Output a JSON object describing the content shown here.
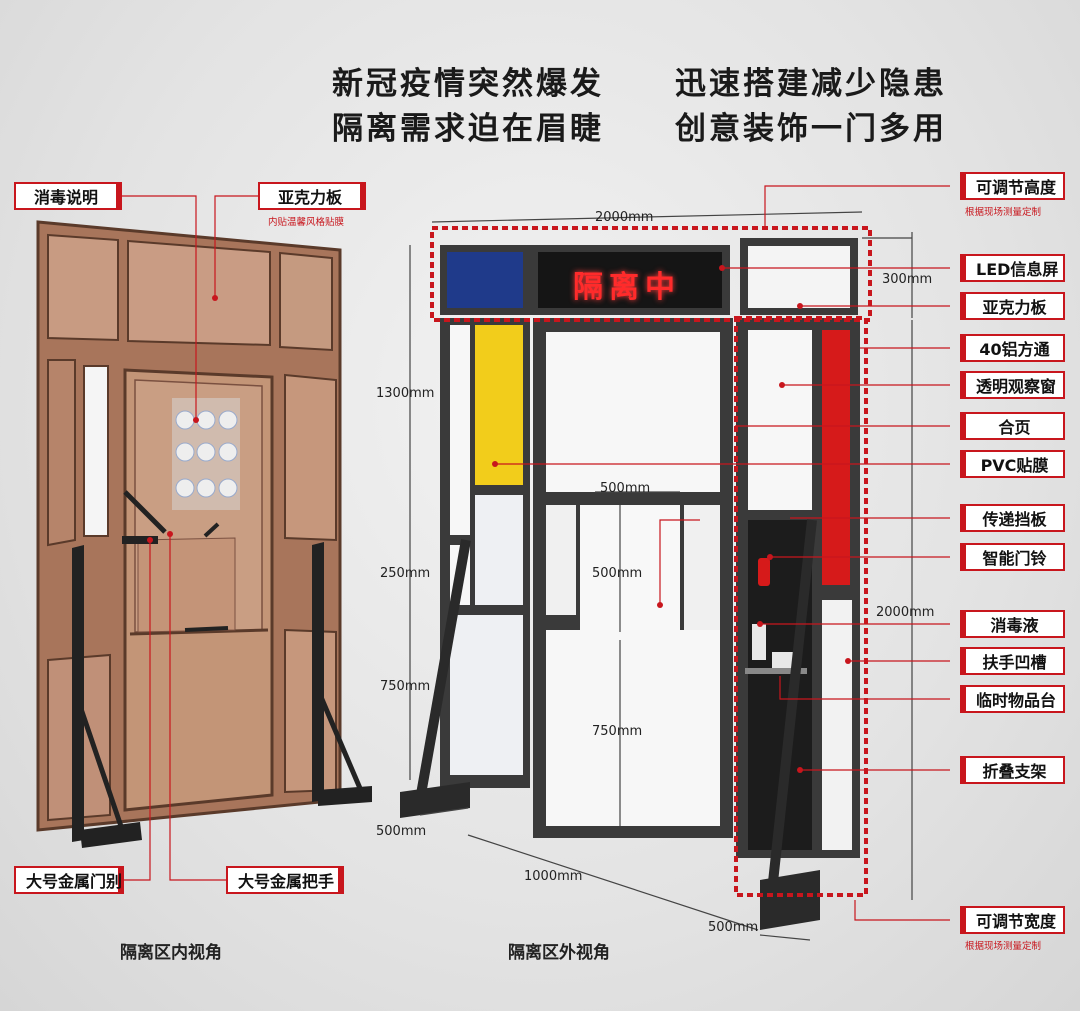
{
  "headline": {
    "left_line1": "新冠疫情突然爆发",
    "left_line2": "隔离需求迫在眉睫",
    "right_line1": "迅速搭建减少隐患",
    "right_line2": "创意装饰一门多用"
  },
  "left_labels": {
    "disinfect_instructions": "消毒说明",
    "acrylic_board": "亚克力板",
    "acrylic_board_note": "内贴温馨风格贴膜",
    "metal_latch": "大号金属门别",
    "metal_handle": "大号金属把手"
  },
  "right_labels": {
    "adjustable_height": "可调节高度",
    "adjustable_height_note": "根据现场测量定制",
    "led_screen": "LED信息屏",
    "acrylic_board": "亚克力板",
    "aluminum_tube": "40铝方通",
    "observation_window": "透明观察窗",
    "hinge": "合页",
    "pvc_film": "PVC贴膜",
    "pass_baffle": "传递挡板",
    "doorbell": "智能门铃",
    "sanitizer": "消毒液",
    "handle_groove": "扶手凹槽",
    "item_shelf": "临时物品台",
    "folding_stand": "折叠支架",
    "adjustable_width": "可调节宽度",
    "adjustable_width_note": "根据现场测量定制"
  },
  "led_text": "隔离中",
  "dimensions": {
    "top_width": "2000mm",
    "top_height": "300mm",
    "upper_height": "1300mm",
    "window_width": "500mm",
    "mid_height": "250mm",
    "pass_height": "500mm",
    "lower_height": "750mm",
    "door_lower": "750mm",
    "total_height": "2000mm",
    "base_depth": "500mm",
    "bottom_width": "1000mm",
    "base_depth_right": "500mm"
  },
  "captions": {
    "inside_view": "隔离区内视角",
    "outside_view": "隔离区外视角"
  },
  "colors": {
    "accent_red": "#c8161d",
    "wood": "#b9846a",
    "frame": "#3a3a3a",
    "panel_blue": "#1f3a8a",
    "panel_yellow": "#f2cd1b",
    "panel_red": "#d61a1a"
  }
}
